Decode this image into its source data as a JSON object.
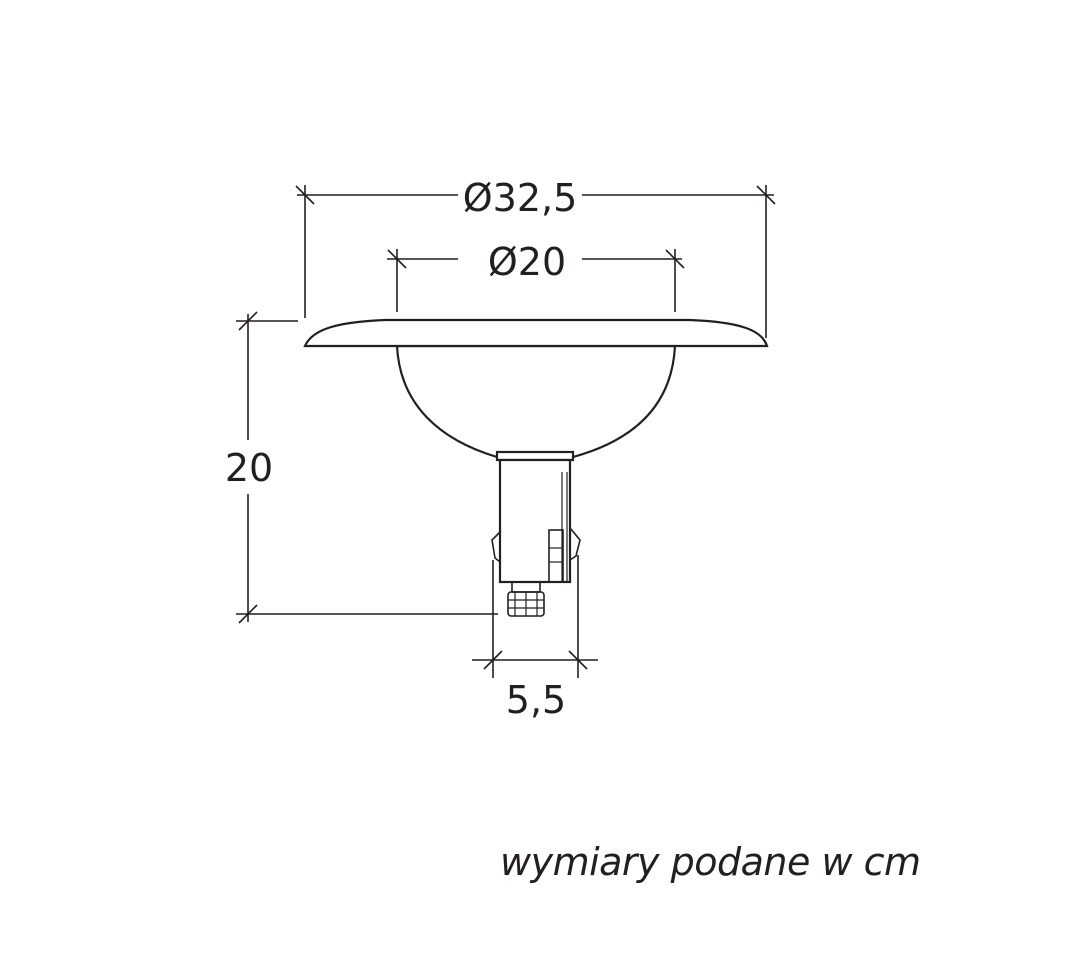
{
  "dimensions": {
    "outer_diameter": "Ø32,5",
    "inner_diameter": "Ø20",
    "height": "20",
    "base_width": "5,5"
  },
  "note": "wymiary podane w cm",
  "colors": {
    "line": "#231f20",
    "background": "#ffffff"
  }
}
